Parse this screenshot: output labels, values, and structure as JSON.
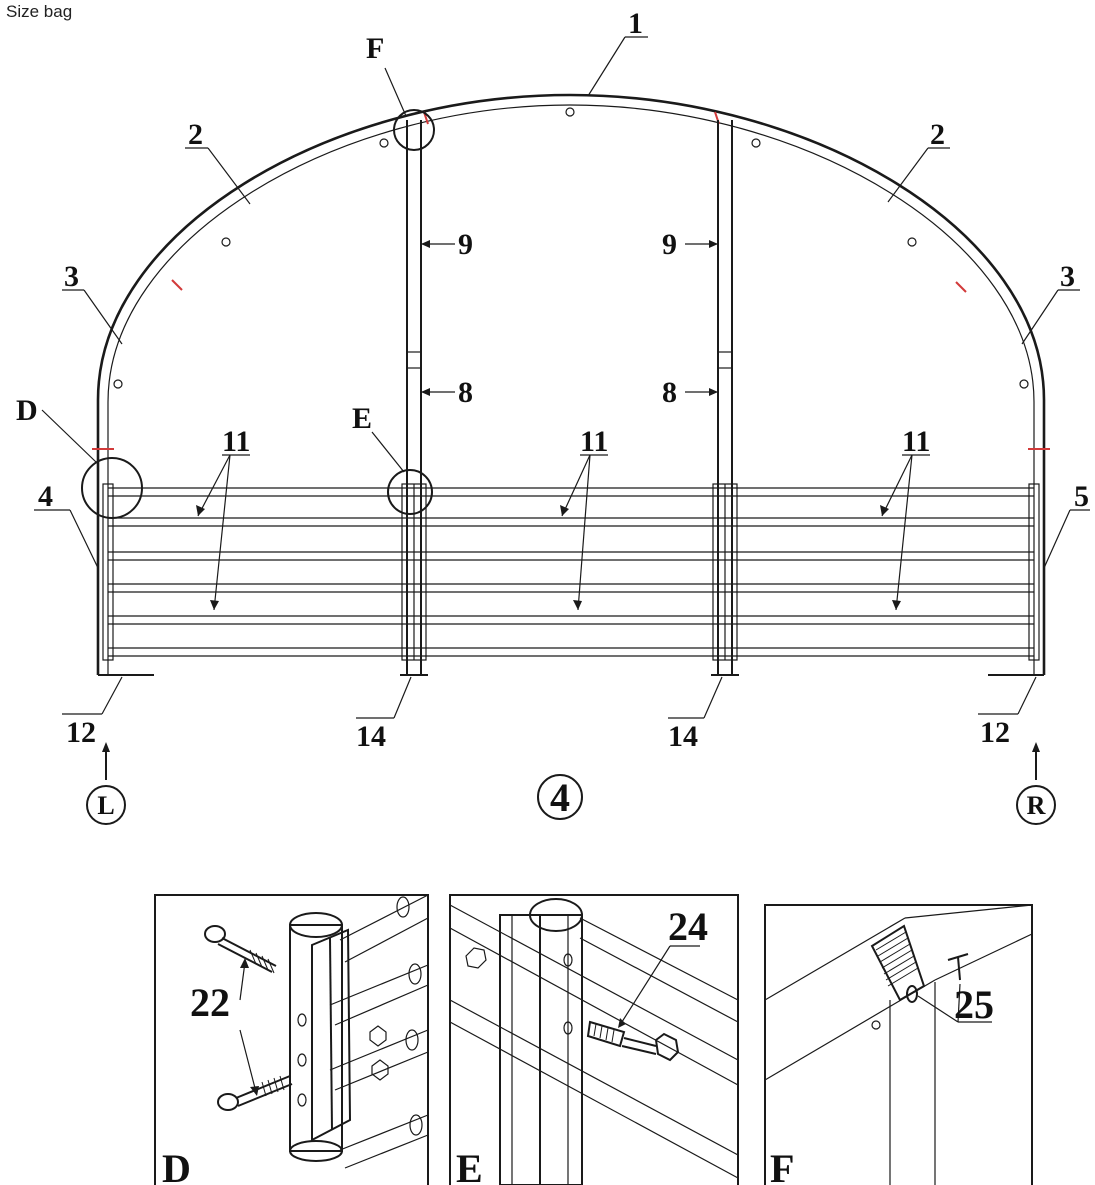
{
  "header_note": "Size bag",
  "main_view": {
    "step_number": "4",
    "side_left": "L",
    "side_right": "R",
    "part_labels": {
      "ridge": "1",
      "bow_left": "2",
      "bow_right": "2",
      "end_left": "3",
      "end_right": "3",
      "post_left": "4",
      "post_right": "5",
      "upper_left": "9",
      "upper_right": "9",
      "lower_left": "8",
      "lower_right": "8",
      "rail_a": "11",
      "rail_b": "11",
      "rail_c": "11",
      "foot_left": "12",
      "foot_right": "12",
      "base_left": "14",
      "base_right": "14"
    },
    "detail_callouts": [
      "D",
      "E",
      "F"
    ]
  },
  "details": [
    {
      "letter": "D",
      "part": "22"
    },
    {
      "letter": "E",
      "part": "24"
    },
    {
      "letter": "F",
      "part": "25"
    }
  ],
  "colors": {
    "line": "#1a1a1a",
    "accent": "#d23a3a"
  }
}
